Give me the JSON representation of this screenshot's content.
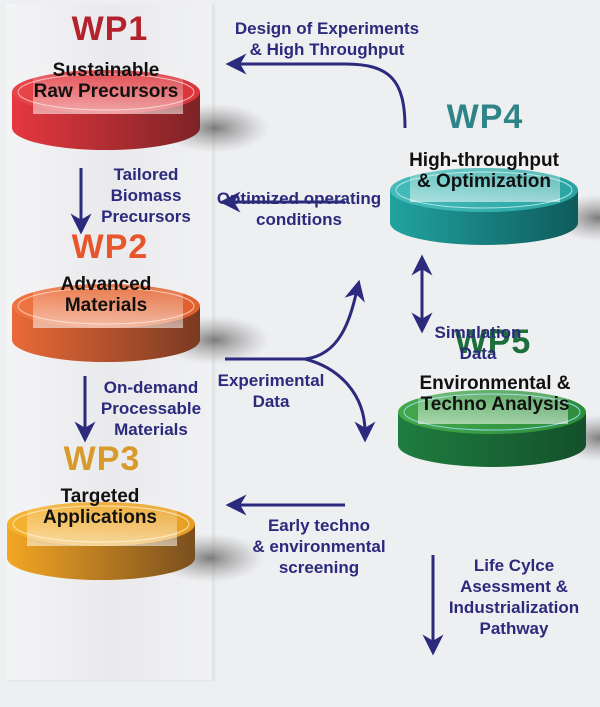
{
  "colors": {
    "arrow": "#2b2a7c",
    "wp1": "#b3222d",
    "wp2": "#e8552b",
    "wp3": "#d89a2a",
    "wp4": "#2f8487",
    "wp5": "#1c6e3a",
    "background": "#eeeff1"
  },
  "work_packages": {
    "wp1": {
      "id": "WP1",
      "title_line1": "Sustainable",
      "title_line2": "Raw Precursors"
    },
    "wp2": {
      "id": "WP2",
      "title_line1": "Advanced",
      "title_line2": "Materials"
    },
    "wp3": {
      "id": "WP3",
      "title_line1": "Targeted",
      "title_line2": "Applications"
    },
    "wp4": {
      "id": "WP4",
      "title_line1": "High-throughput",
      "title_line2": "& Optimization"
    },
    "wp5": {
      "id": "WP5",
      "title_line1": "Environmental &",
      "title_line2": "Techno Analysis"
    }
  },
  "flows": {
    "wp1_to_wp2": [
      "Tailored",
      "Biomass",
      "Precursors"
    ],
    "wp2_to_wp3": [
      "On-demand",
      "Processable",
      "Materials"
    ],
    "wp4_to_wp1": [
      "Design of Experiments",
      "& High Throughput"
    ],
    "wp4_to_wp2": [
      "Optimized operating",
      "conditions"
    ],
    "wp2_to_wp4_wp5": [
      "Experimental",
      "Data"
    ],
    "wp4_wp5": [
      "Simulation",
      "Data"
    ],
    "wp5_to_wp3": [
      "Early techno",
      "& environmental",
      "screening"
    ],
    "wp5_out": [
      "Life Cylce",
      "Asessment &",
      "Industrialization",
      "Pathway"
    ]
  }
}
